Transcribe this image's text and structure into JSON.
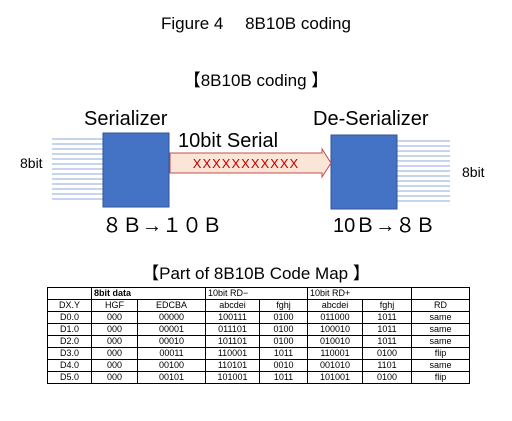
{
  "figure_title": "Figure 4　 8B10B coding",
  "section_title": "【8B10B coding 】",
  "serializer_label": "Serializer",
  "deserializer_label": "De-Serializer",
  "serial_label": "10bit Serial",
  "left_bus_label": "8bit",
  "right_bus_label": "8bit",
  "left_conversion": "８Ｂ→１０Ｂ",
  "right_conversion": "10Ｂ→８Ｂ",
  "serial_marks": "XXXXXXXXXXX",
  "colors": {
    "block": "#4472c4",
    "block_border": "#2f5597",
    "serial_fill": "#fbe5d6",
    "serial_border": "#c0504d",
    "x_mark": "#c00000",
    "bus_line": "#8faadc"
  },
  "code_map": {
    "title": "【Part of 8B10B Code Map 】",
    "group_headers": [
      "8bit data",
      "10bit RD−",
      "10bit RD+"
    ],
    "columns": [
      "DX.Y",
      "HGF",
      "EDCBA",
      "abcdei",
      "fghj",
      "abcdei",
      "fghj",
      "RD"
    ],
    "rows": [
      [
        "D0.0",
        "000",
        "00000",
        "100111",
        "0100",
        "011000",
        "1011",
        "same"
      ],
      [
        "D1.0",
        "000",
        "00001",
        "011101",
        "0100",
        "100010",
        "1011",
        "same"
      ],
      [
        "D2.0",
        "000",
        "00010",
        "101101",
        "0100",
        "010010",
        "1011",
        "same"
      ],
      [
        "D3.0",
        "000",
        "00011",
        "110001",
        "1011",
        "110001",
        "0100",
        "flip"
      ],
      [
        "D4.0",
        "000",
        "00100",
        "110101",
        "0010",
        "001010",
        "1101",
        "same"
      ],
      [
        "D5.0",
        "000",
        "00101",
        "101001",
        "1011",
        "101001",
        "0100",
        "flip"
      ]
    ]
  }
}
